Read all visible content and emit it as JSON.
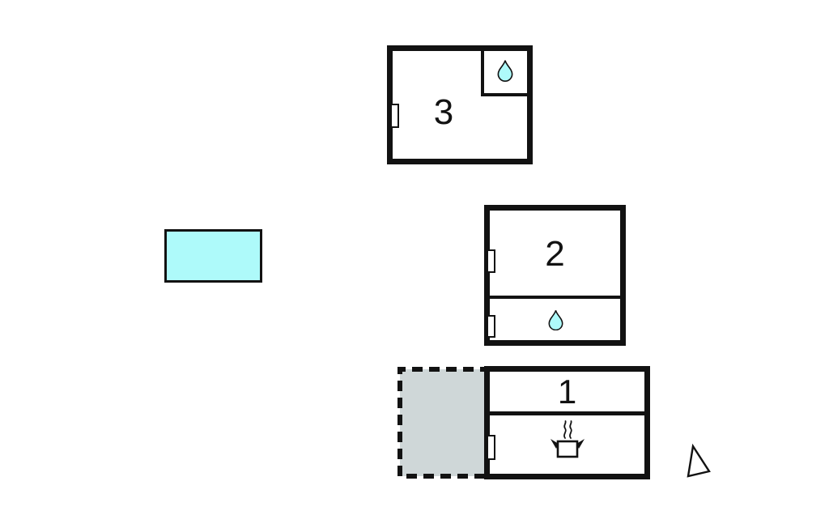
{
  "colors": {
    "wall": "#121212",
    "water": "#aefafa",
    "terrace": "#cfd7d8",
    "paper": "#ffffff"
  },
  "plan": {
    "rooms": [
      {
        "id": "room-3",
        "label": "3",
        "features": [
          "water-drop-icon",
          "door-marker",
          "en-suite"
        ]
      },
      {
        "id": "room-2",
        "label": "2",
        "features": [
          "water-drop-icon",
          "door-marker",
          "door-marker"
        ]
      },
      {
        "id": "room-1",
        "label": "1",
        "features": [
          "cooking-pot-icon",
          "door-marker"
        ]
      }
    ],
    "pool": {
      "name": "swimming-pool"
    },
    "terrace": {
      "name": "terrace-dashed-area"
    },
    "compass": {
      "name": "north-arrow"
    }
  }
}
